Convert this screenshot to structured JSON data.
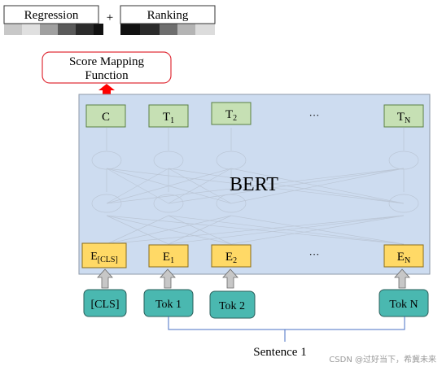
{
  "heads": {
    "regression": "Regression",
    "plus": "+",
    "ranking": "Ranking"
  },
  "score_function": {
    "line1": "Score Mapping",
    "line2": "Function"
  },
  "model_label": "BERT",
  "outputs": [
    {
      "base": "C",
      "sub": ""
    },
    {
      "base": "T",
      "sub": "1"
    },
    {
      "base": "T",
      "sub": "2"
    },
    {
      "base": "T",
      "sub": "N"
    }
  ],
  "embeddings": [
    {
      "base": "E",
      "sub": "[CLS]"
    },
    {
      "base": "E",
      "sub": "1"
    },
    {
      "base": "E",
      "sub": "2"
    },
    {
      "base": "E",
      "sub": "N"
    }
  ],
  "tokens": [
    "[CLS]",
    "Tok 1",
    "Tok 2",
    "Tok N"
  ],
  "ellipsis": "···",
  "sentence_label": "Sentence 1",
  "watermark": "CSDN @过好当下，希冀未来",
  "colors": {
    "bert_fill": "#cddcf0",
    "output_fill": "#c6e0b4",
    "embed_fill": "#ffd966",
    "token_fill": "#4ab8b0",
    "arrow_red": "#ff0000",
    "score_border": "#e0303a"
  }
}
